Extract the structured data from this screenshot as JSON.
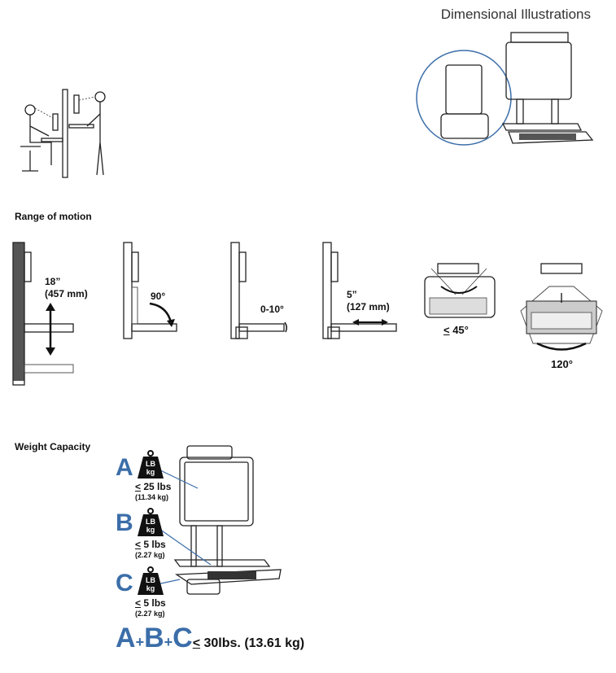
{
  "header": {
    "title": "Dimensional Illustrations"
  },
  "range_of_motion": {
    "heading": "Range of motion",
    "height_adjust": {
      "value": "18”",
      "metric": "(457 mm)"
    },
    "keyboard_fold": {
      "value": "90°"
    },
    "keyboard_tilt": {
      "value": "0-10°"
    },
    "keyboard_depth": {
      "value": "5”",
      "metric": "(127 mm)"
    },
    "swivel_small": {
      "prefix": "<",
      "value": " 45°"
    },
    "swivel_large": {
      "value": "120°"
    }
  },
  "weight_capacity": {
    "heading": "Weight Capacity",
    "weight_icon": {
      "top": "LB",
      "bottom": "kg"
    },
    "items": [
      {
        "letter": "A",
        "prefix": "<",
        "value": " 25 lbs",
        "metric": "(11.34 kg)"
      },
      {
        "letter": "B",
        "prefix": "<",
        "value": " 5 lbs",
        "metric": "(2.27 kg)"
      },
      {
        "letter": "C",
        "prefix": "<",
        "value": " 5 lbs",
        "metric": "(2.27 kg)"
      }
    ],
    "total": {
      "a": "A",
      "plus1": "+",
      "b": "B",
      "plus2": "+",
      "c": "C",
      "prefix": "<",
      "value": " 30lbs. (13.61 kg)"
    }
  }
}
